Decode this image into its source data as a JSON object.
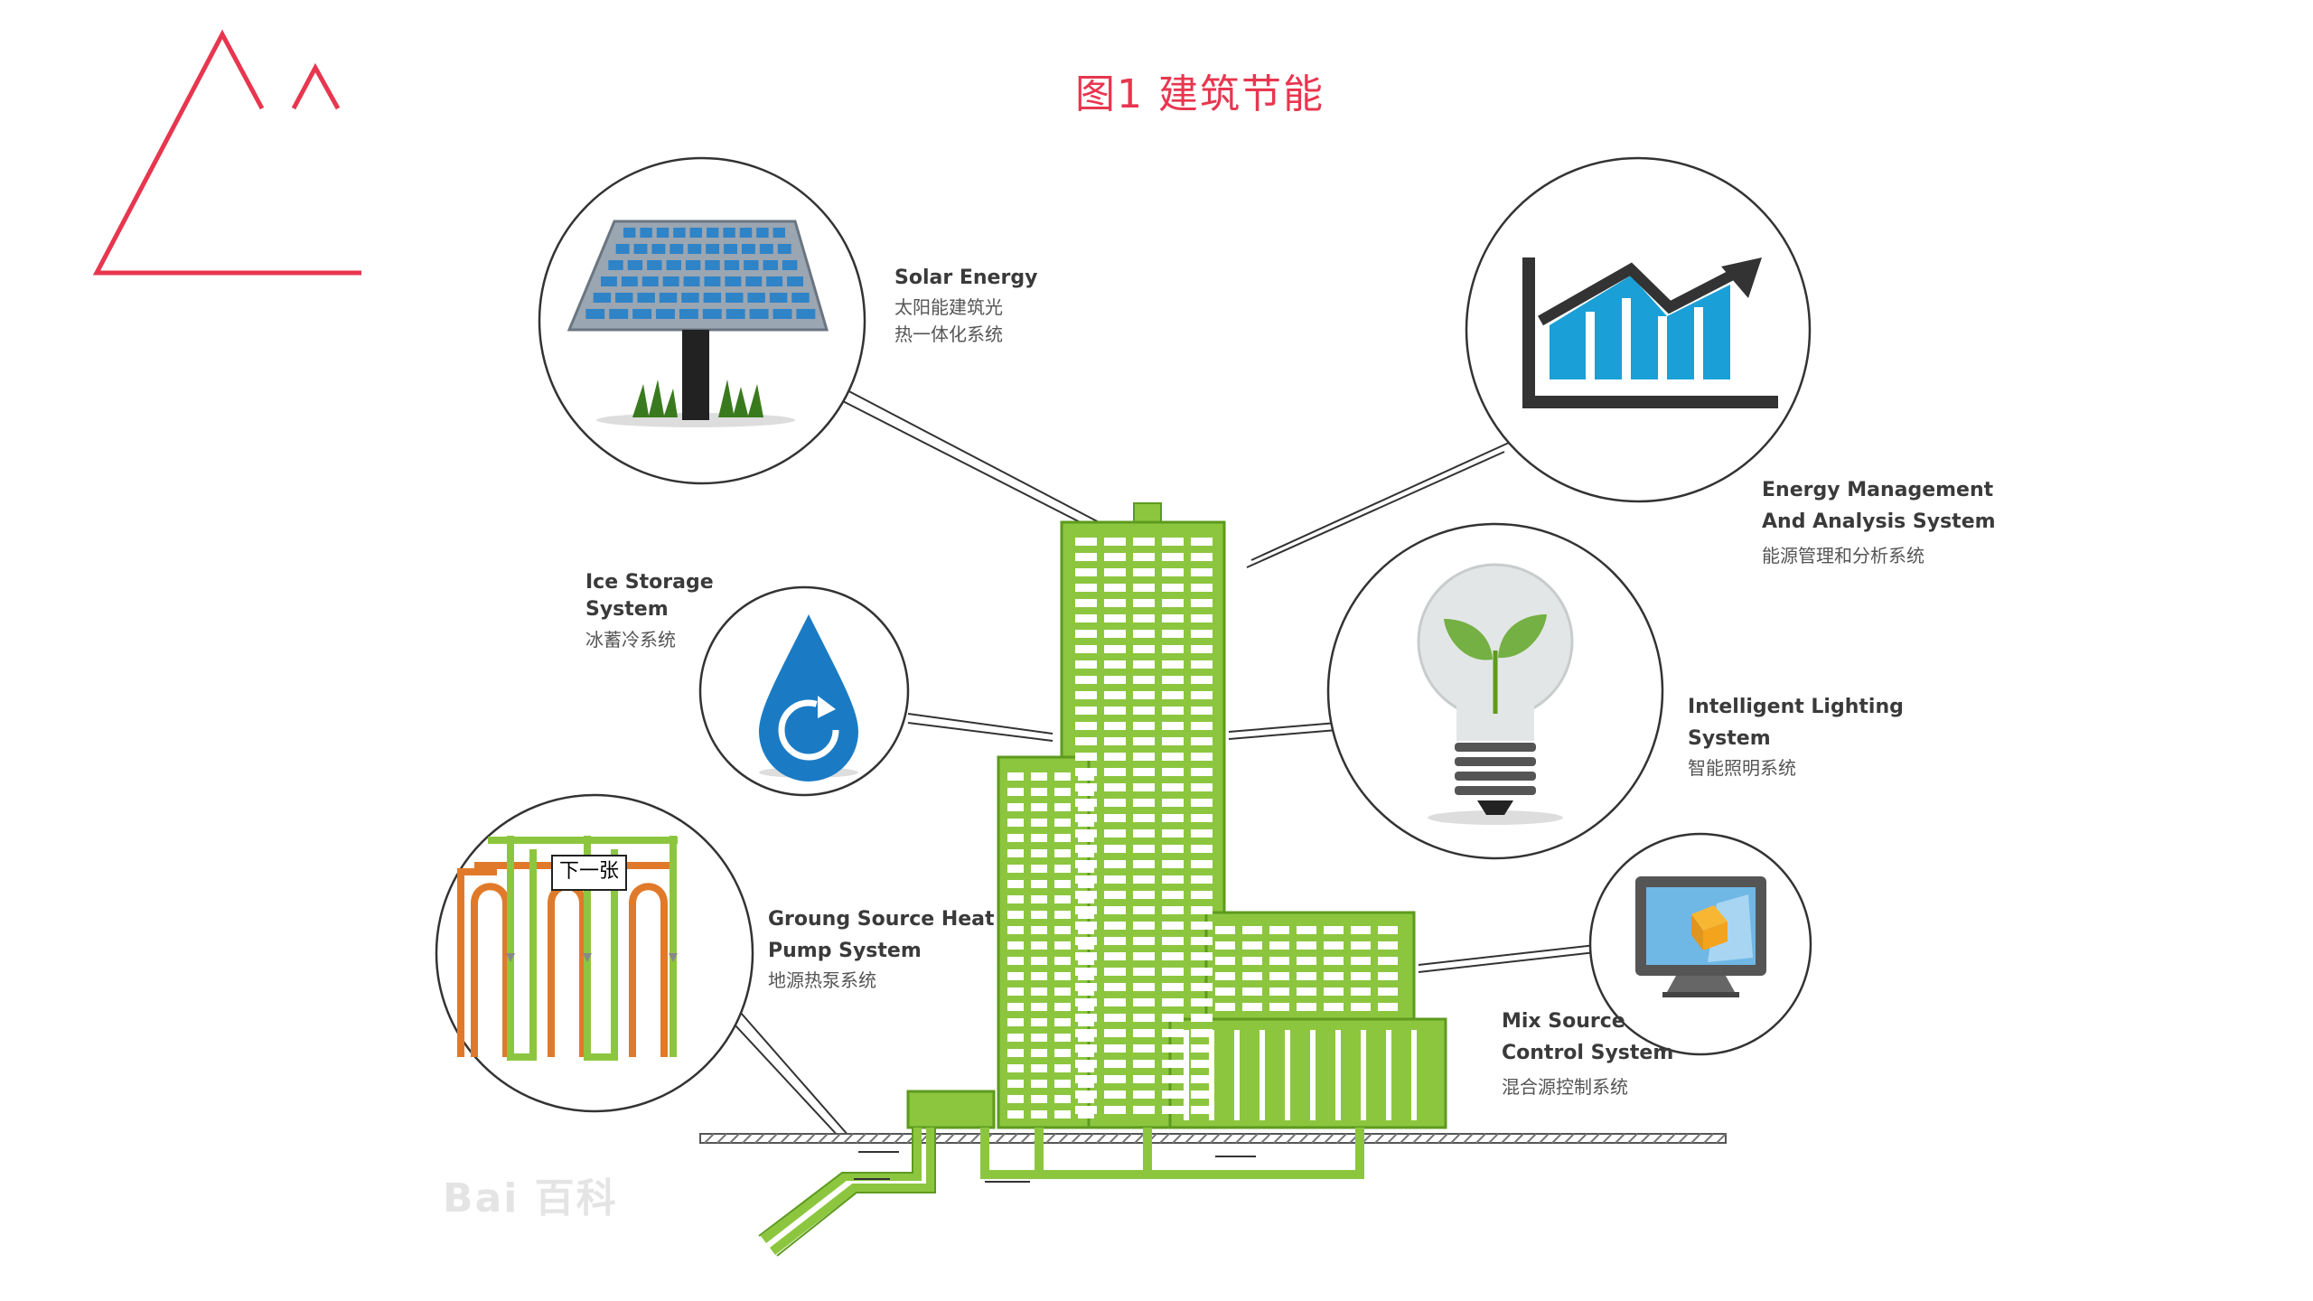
{
  "page": {
    "title": "图1 建筑节能"
  },
  "labels": {
    "solar": {
      "en": "Solar Energy",
      "zh1": "太阳能建筑光",
      "zh2": "热一体化系统"
    },
    "energy": {
      "en1": "Energy Management",
      "en2": "And Analysis System",
      "zh": "能源管理和分析系统"
    },
    "ice": {
      "en1": "Ice Storage",
      "en2": "System",
      "zh": "冰蓄冷系统"
    },
    "lighting": {
      "en1": "Intelligent Lighting",
      "en2": "System",
      "zh": "智能照明系统"
    },
    "ground": {
      "en1": "Groung Source Heat",
      "en2": "Pump System",
      "zh": "地源热泵系统"
    },
    "mix": {
      "en1": "Mix Source",
      "en2": "Control System",
      "zh": "混合源控制系统"
    }
  },
  "popup": {
    "text": "下一张"
  },
  "watermark": {
    "text": "Bai 百科"
  },
  "colors": {
    "accent": "#e8364f",
    "green": "#8cc63f",
    "dark_green": "#5d9a1e",
    "blue": "#1a8ccf",
    "orange": "#e07a2a"
  }
}
